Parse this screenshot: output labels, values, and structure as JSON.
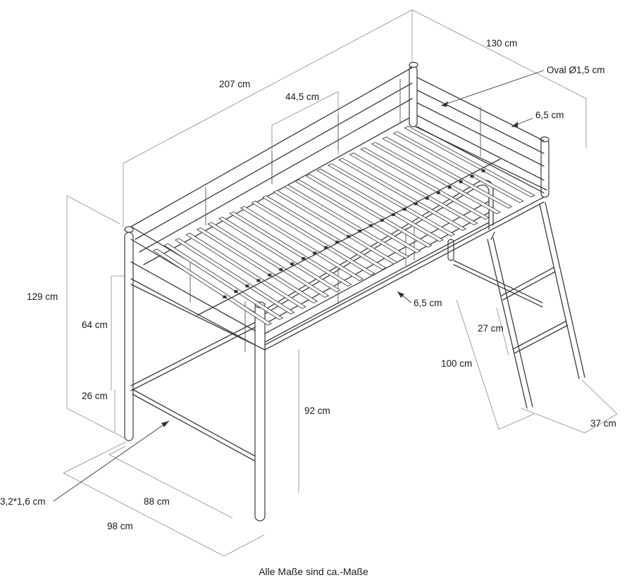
{
  "diagram": {
    "labels": {
      "length_207": "207 cm",
      "width_130": "130 cm",
      "tube_oval": "Oval Ø1,5 cm",
      "rail_gap_back": "6,5 cm",
      "rail_spacing": "44,5 cm",
      "height_129": "129 cm",
      "guard_height_64": "64 cm",
      "bottom_bar_26": "26 cm",
      "underneath_92": "92 cm",
      "rail_gap_front": "6,5 cm",
      "ladder_step_27": "27 cm",
      "ladder_length_100": "100 cm",
      "ladder_depth_37": "37 cm",
      "tube_section": "3,2*1,6 cm",
      "inner_width_88": "88 cm",
      "outer_width_98": "98 cm"
    },
    "footnote": "Alle Maße sind ca.-Maße"
  }
}
